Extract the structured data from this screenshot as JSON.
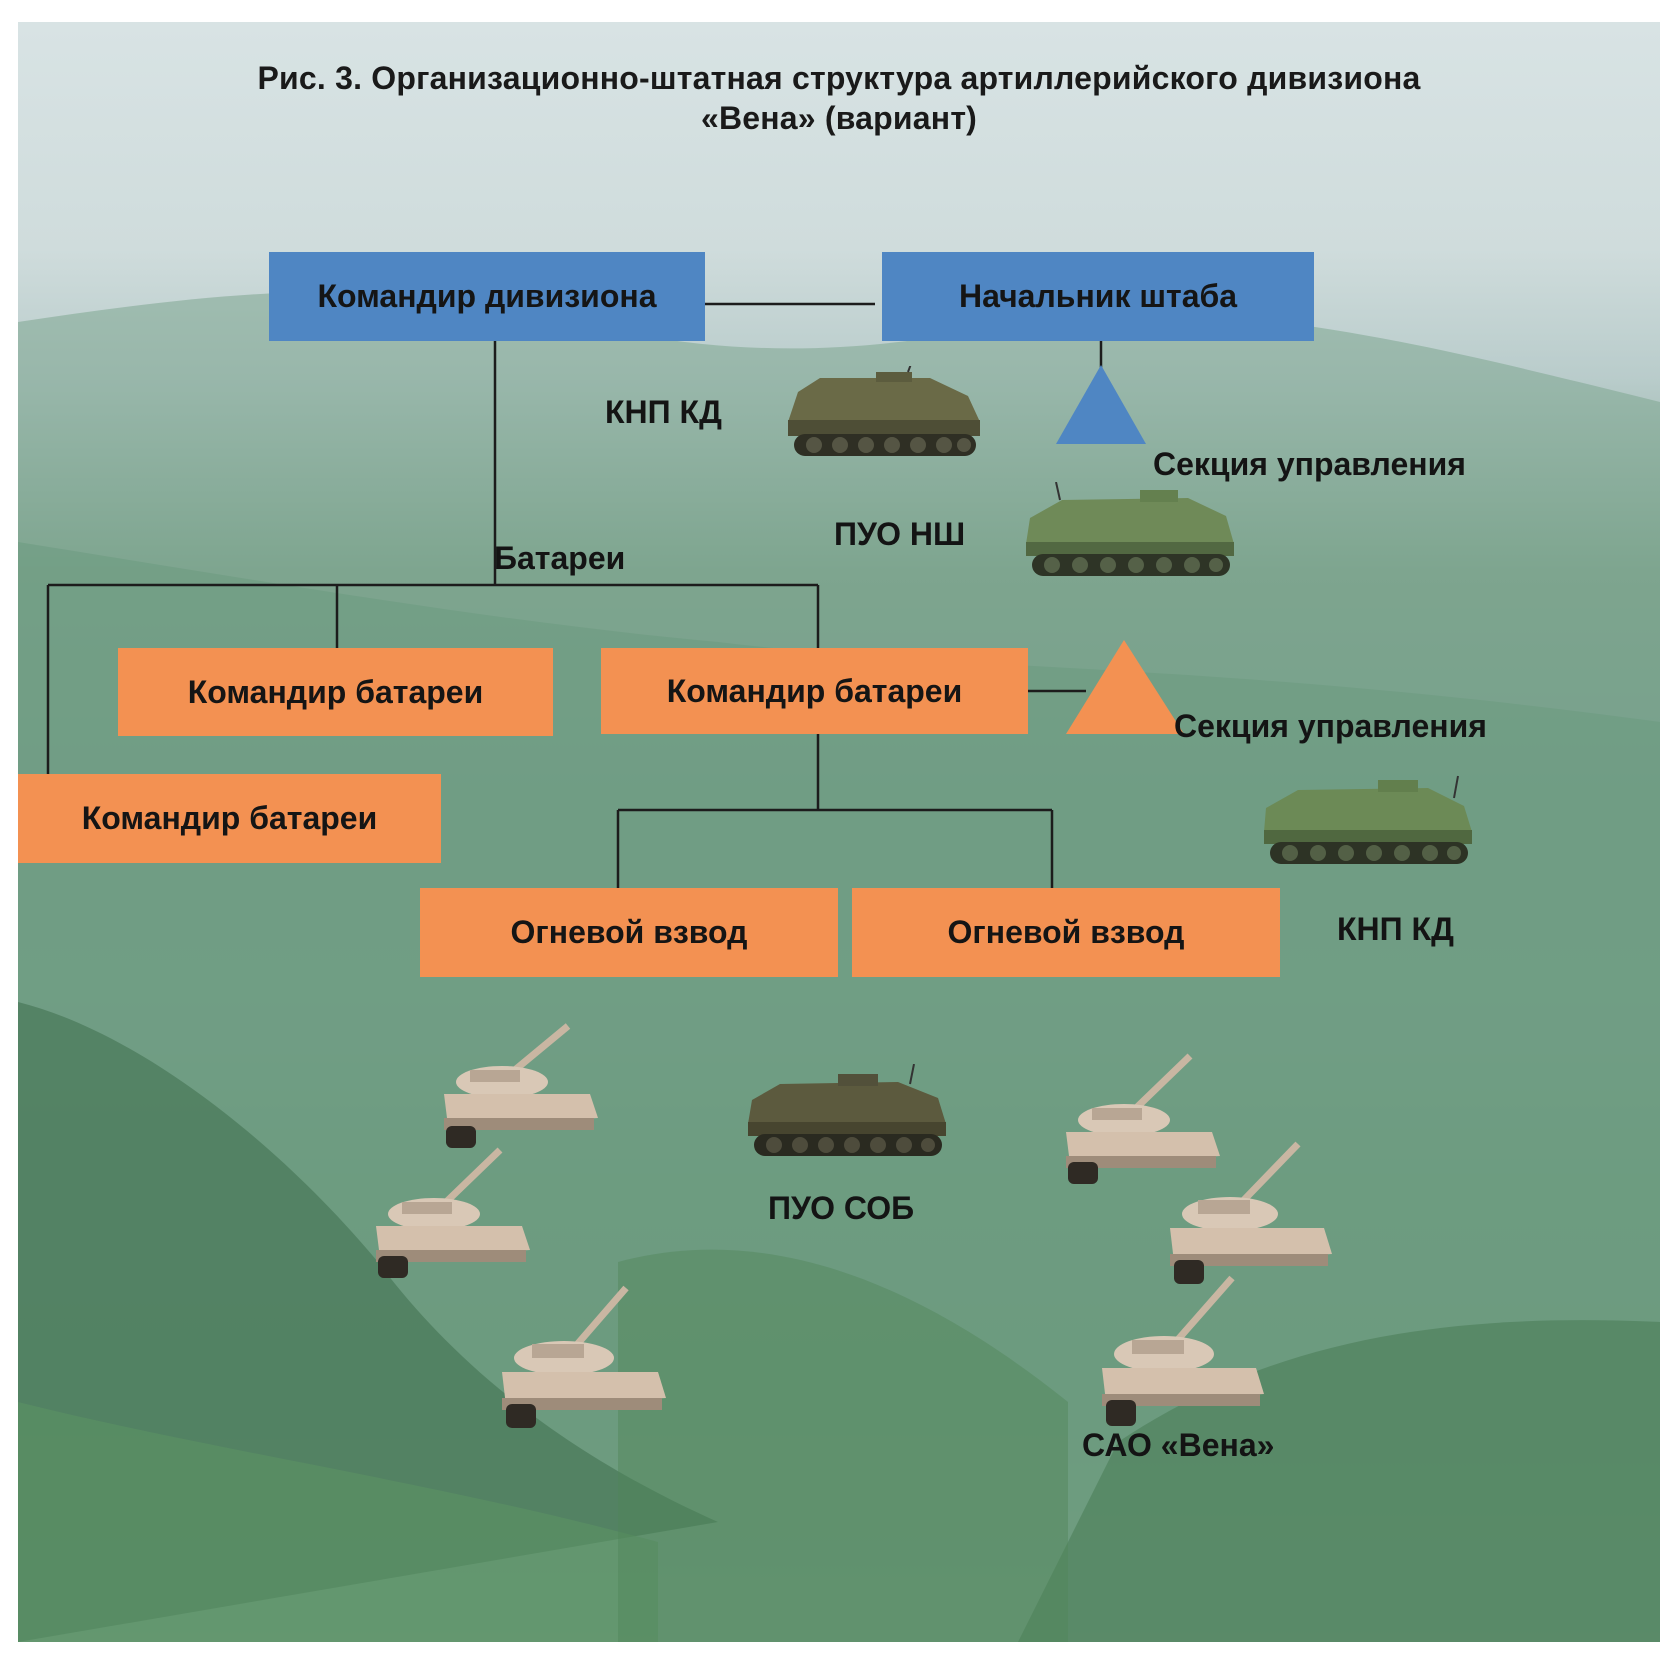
{
  "title": {
    "line1": "Рис. 3. Организационно-штатная структура артиллерийского дивизиона",
    "line2": "«Вена» (вариант)"
  },
  "boxes": {
    "division_commander": "Командир дивизиона",
    "chief_of_staff": "Начальник штаба",
    "battery_commander_1": "Командир батареи",
    "battery_commander_2": "Командир батареи",
    "battery_commander_3": "Командир батареи",
    "fire_platoon_1": "Огневой взвод",
    "fire_platoon_2": "Огневой взвод"
  },
  "labels": {
    "knp_kd_top": "КНП КД",
    "control_section_top": "Секция управления",
    "puo_nsh": "ПУО НШ",
    "batteries": "Батареи",
    "control_section_mid": "Секция управления",
    "knp_kd_right": "КНП КД",
    "puo_sob": "ПУО СОБ",
    "sao_vena": "САО «Вена»"
  },
  "colors": {
    "staff_box": "#4f86c3",
    "battery_box": "#f39152",
    "staff_triangle": "#4f86c3",
    "battery_triangle": "#f39152",
    "connector": "#1c1c1c"
  },
  "icons": {
    "command_vehicle": "armored-command-vehicle-icon",
    "artillery_vehicle": "self-propelled-gun-icon"
  }
}
